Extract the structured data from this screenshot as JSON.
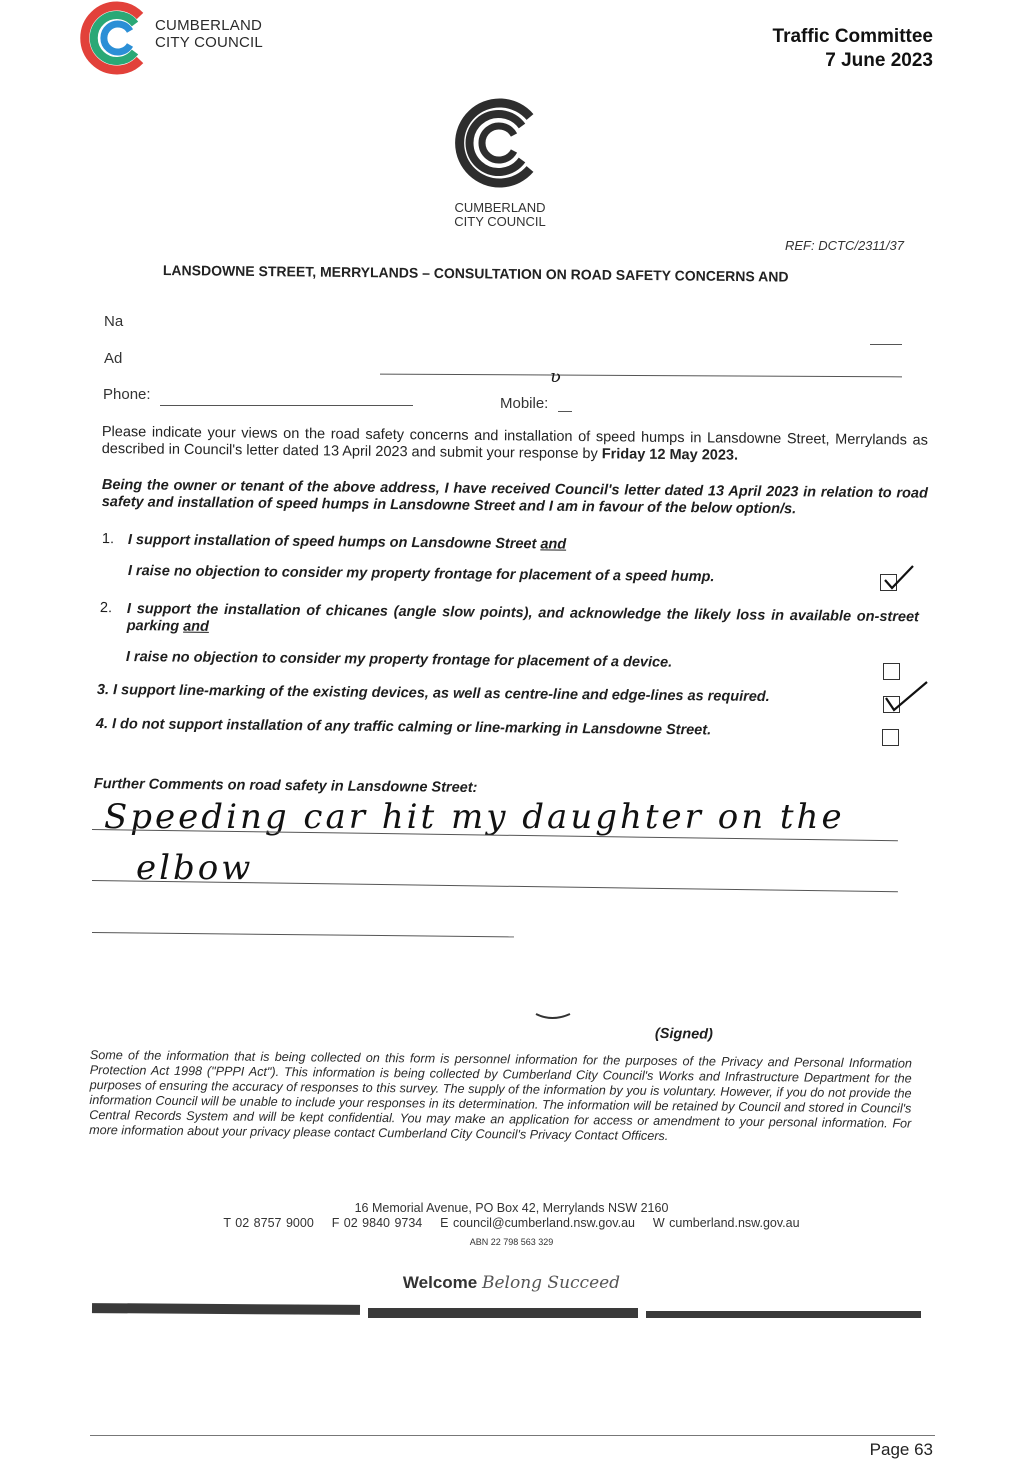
{
  "header": {
    "org_line1": "CUMBERLAND",
    "org_line2": "CITY COUNCIL",
    "committee": "Traffic Committee",
    "date": "7 June 2023"
  },
  "form": {
    "org_line1": "CUMBERLAND",
    "org_line2": "CITY COUNCIL",
    "ref": "REF: DCTC/2311/37",
    "title": "LANSDOWNE STREET, MERRYLANDS – CONSULTATION ON ROAD SAFETY CONCERNS AND",
    "name_label": "Na",
    "address_label": "Ad",
    "phone_label": "Phone:",
    "mobile_label": "Mobile:",
    "intro_text": "Please indicate your views on the road safety concerns and installation of speed humps in Lansdowne Street, Merrylands as described in Council's letter dated 13 April 2023 and submit your response by",
    "intro_deadline": "Friday 12 May 2023.",
    "declaration": "Being the owner or tenant of the above address, I have received Council's letter dated 13 April 2023 in relation to road safety and installation of speed humps in Lansdowne Street and I am in favour of the below option/s.",
    "options": [
      {
        "num": "1.",
        "line1": "I support installation of speed humps on Lansdowne Street",
        "and": "and",
        "line2": "I raise no objection to consider my property frontage for placement of a speed hump.",
        "checked": true
      },
      {
        "num": "2.",
        "line1": "I support the installation of chicanes (angle slow points), and acknowledge the likely loss in available on-street parking",
        "and": "and",
        "line2": "I raise no objection to consider my property frontage for placement of a device.",
        "checked": false
      },
      {
        "num": "3.",
        "line1": "I support line-marking of the existing devices, as well as centre-line and edge-lines as required.",
        "checked": true
      },
      {
        "num": "4.",
        "line1": "I do not support installation of any traffic calming or line-marking in Lansdowne Street.",
        "checked": false
      }
    ],
    "comments_label": "Further Comments on road safety in Lansdowne Street:",
    "comment_line1": "Speeding car hit my daughter on the",
    "comment_line2": "elbow",
    "signed_label": "(Signed)",
    "privacy": "Some of the information that is being collected on this form is personnel information for the purposes of the Privacy and Personal Information Protection Act 1998 (\"PPPI Act\"). This information is being collected by Cumberland City Council's Works and Infrastructure Department for the purposes of ensuring the accuracy of responses to this survey. The supply of the information by you is voluntary. However, if you do not provide the information Council will be unable to include your responses in its determination. The information will be retained by Council and stored in Council's Central Records System and will be kept confidential. You may make an application for access or amendment to your personal information. For more information about your privacy please contact Cumberland City Council's Privacy Contact Officers."
  },
  "footer": {
    "address": "16 Memorial Avenue, PO Box 42, Merrylands NSW 2160",
    "phone": "T 02 8757 9000",
    "fax": "F 02 9840 9734",
    "email": "E council@cumberland.nsw.gov.au",
    "web": "W cumberland.nsw.gov.au",
    "abn": "ABN 22 798 563 329",
    "slogan_welcome": "Welcome",
    "slogan_rest": "Belong Succeed"
  },
  "page": {
    "number": "Page 63"
  },
  "colors": {
    "logo_red": "#e2413a",
    "logo_green": "#2aa876",
    "logo_blue": "#2b8fd6",
    "logo_grey": "#2d2d2d"
  }
}
